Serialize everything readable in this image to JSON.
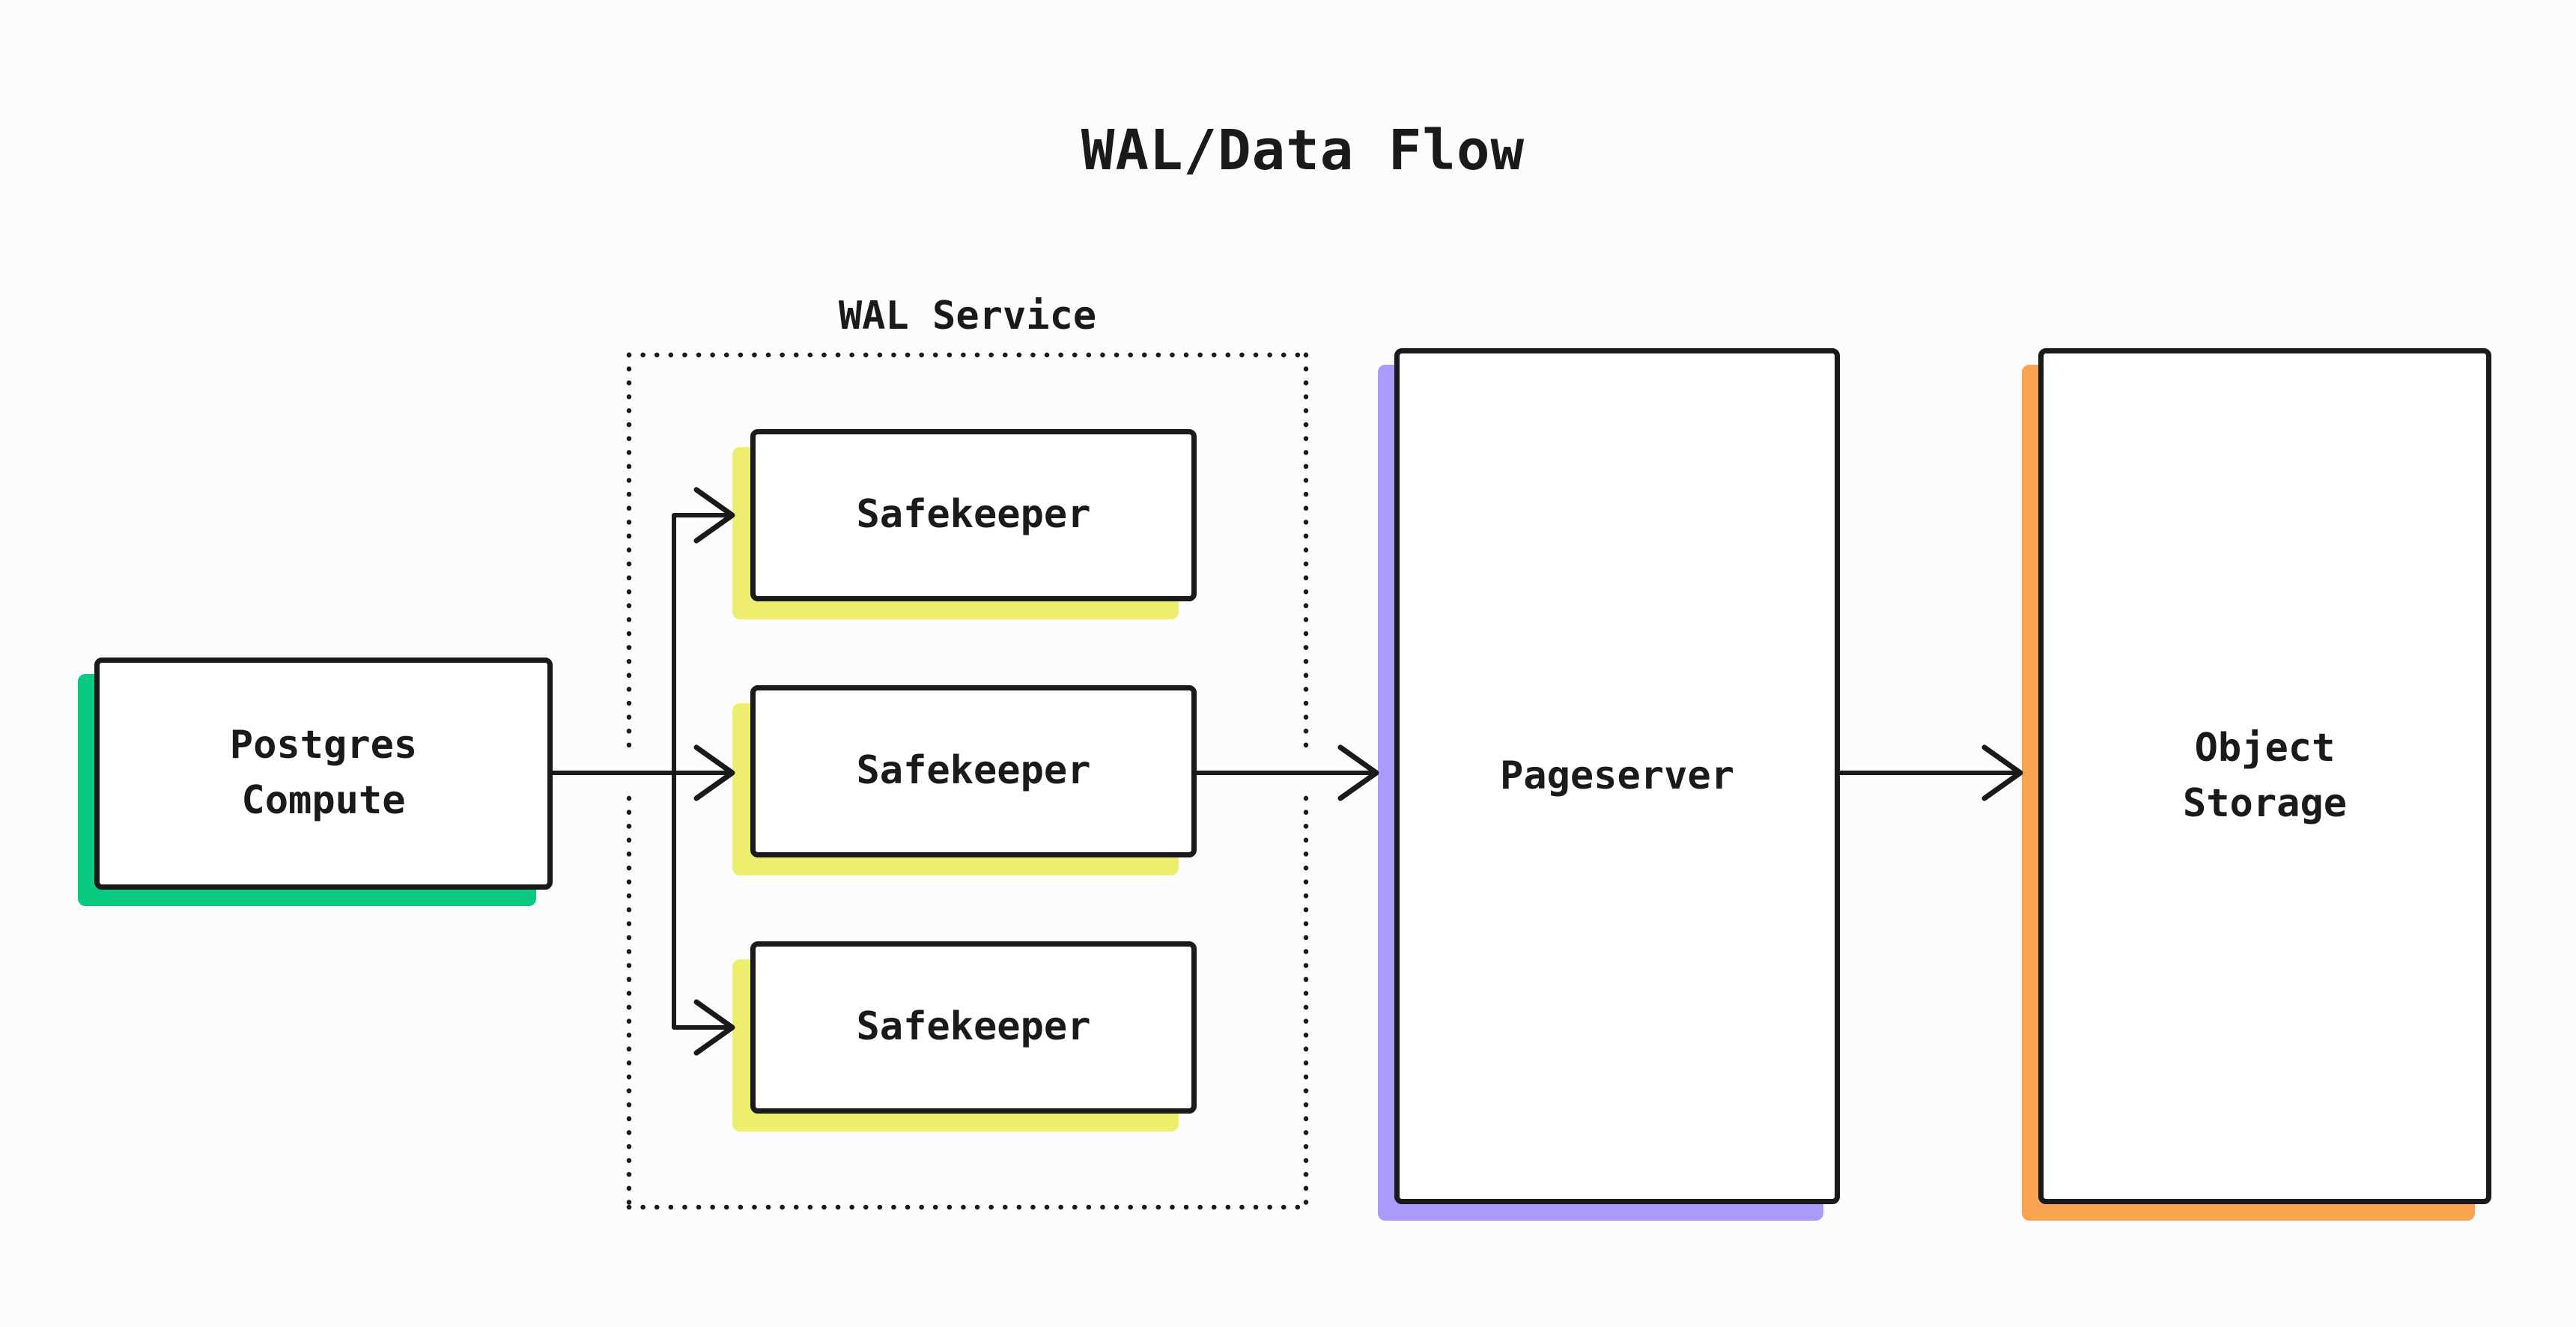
{
  "title": "WAL/Data Flow",
  "colors": {
    "background": "#FCFCFC",
    "ink": "#1A1A1A",
    "green": "#08CA80",
    "yellow": "#EDEE6E",
    "purple": "#A99BFA",
    "orange": "#F9A450"
  },
  "groups": {
    "wal_service": {
      "label": "WAL Service"
    }
  },
  "nodes": {
    "postgres_compute": {
      "label": "Postgres\nCompute",
      "shadow_color": "#08CA80"
    },
    "safekeepers": [
      {
        "label": "Safekeeper",
        "shadow_color": "#EDEE6E"
      },
      {
        "label": "Safekeeper",
        "shadow_color": "#EDEE6E"
      },
      {
        "label": "Safekeeper",
        "shadow_color": "#EDEE6E"
      }
    ],
    "pageserver": {
      "label": "Pageserver",
      "shadow_color": "#A99BFA"
    },
    "object_storage": {
      "label": "Object\nStorage",
      "shadow_color": "#F9A450"
    }
  },
  "edges": [
    {
      "from": "postgres_compute",
      "to": "safekeeper_1",
      "arrow": true
    },
    {
      "from": "postgres_compute",
      "to": "safekeeper_2",
      "arrow": true
    },
    {
      "from": "postgres_compute",
      "to": "safekeeper_3",
      "arrow": true
    },
    {
      "from": "safekeeper_2",
      "to": "pageserver",
      "arrow": true
    },
    {
      "from": "pageserver",
      "to": "object_storage",
      "arrow": true
    }
  ]
}
